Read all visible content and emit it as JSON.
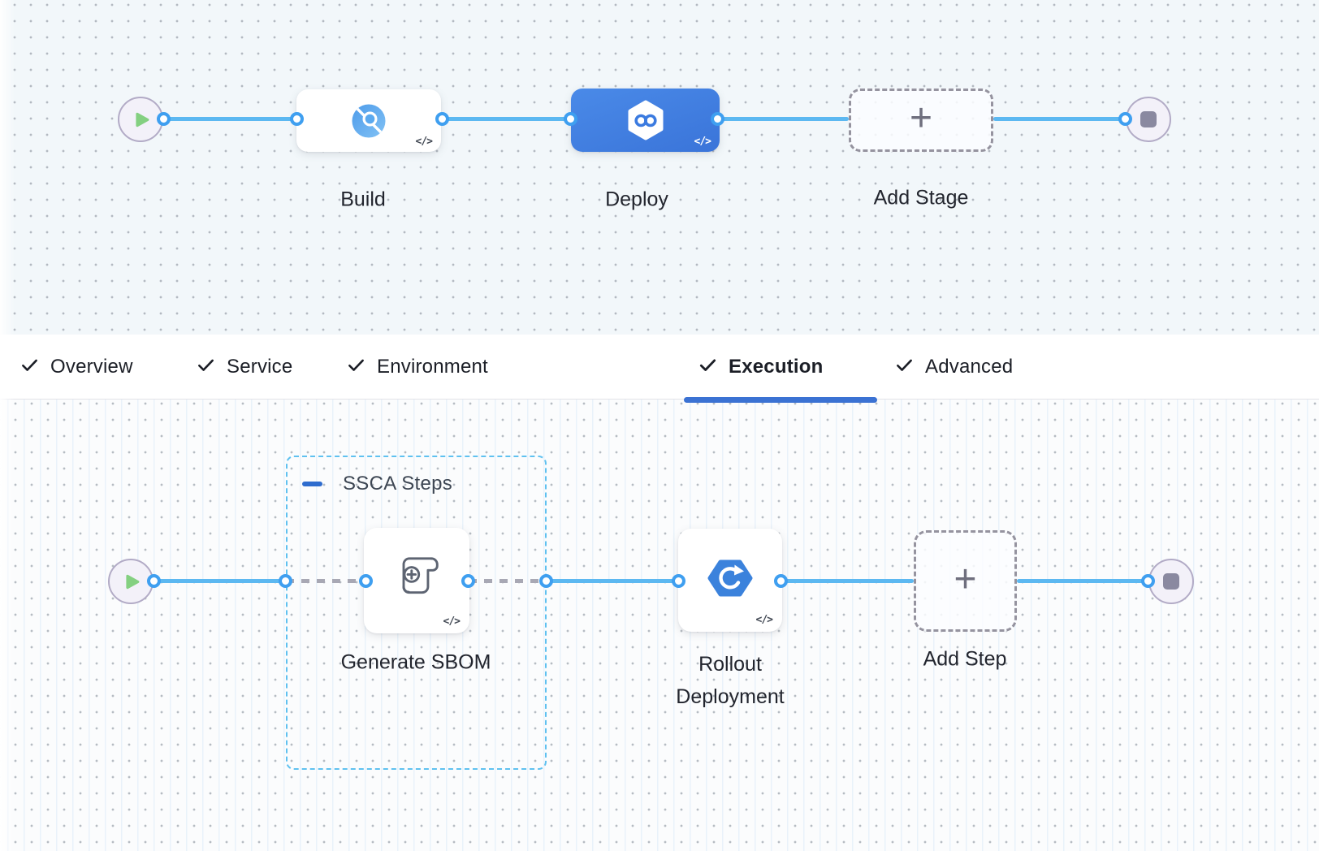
{
  "stage_canvas": {
    "nodes": {
      "build": "Build",
      "deploy": "Deploy",
      "add_stage": "Add Stage"
    },
    "selected_stage": "Deploy"
  },
  "tab_bar": {
    "tabs": [
      "Overview",
      "Service",
      "Environment",
      "Execution",
      "Advanced"
    ],
    "active_tab": "Execution"
  },
  "execution_canvas": {
    "group_label": "SSCA Steps",
    "steps": {
      "generate_sbom": "Generate SBOM",
      "rollout": "Rollout Deployment",
      "add_step": "Add Step"
    }
  },
  "glyphs": {
    "code": "</>",
    "plus": "+"
  },
  "colors": {
    "wire_blue": "#5cb8f1",
    "port_ring": "#3f9ff0",
    "selected_stage_blue": "#3f7de0",
    "tab_underline_blue": "#3b72d3",
    "group_border_blue": "#5fc1f0",
    "play_green": "#84d081",
    "stop_gray": "#8a89a0",
    "canvas_top_bg": "#f2f7fa",
    "canvas_bottom_bg": "#fbfcfd"
  }
}
